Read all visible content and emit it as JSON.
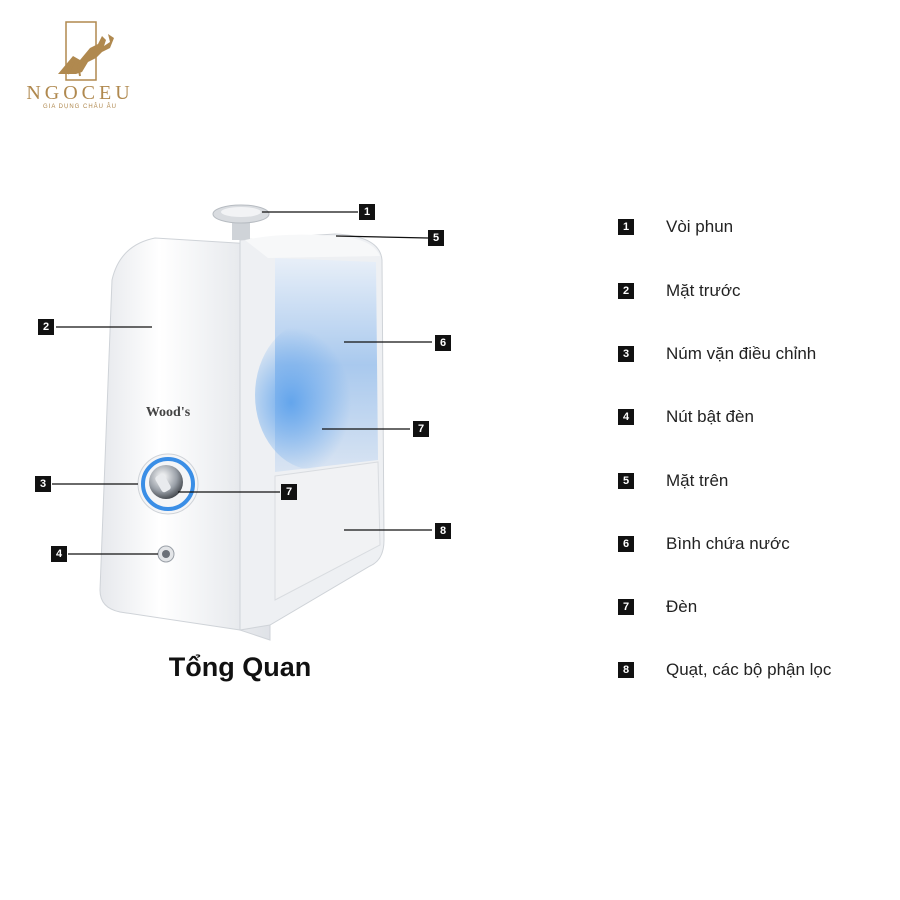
{
  "logo": {
    "name": "NGOCEU",
    "tagline": "GIA DỤNG CHÂU ÂU",
    "color": "#b0894f"
  },
  "device": {
    "brand_mark": "Wood's"
  },
  "callouts": [
    "1",
    "2",
    "3",
    "4",
    "5",
    "6",
    "7",
    "7",
    "8"
  ],
  "caption": "Tổng Quan",
  "legend": [
    {
      "number": "1",
      "label": "Vòi phun"
    },
    {
      "number": "2",
      "label": "Mặt trước"
    },
    {
      "number": "3",
      "label": "Núm vặn điều chỉnh"
    },
    {
      "number": "4",
      "label": "Nút bật đèn"
    },
    {
      "number": "5",
      "label": "Mặt trên"
    },
    {
      "number": "6",
      "label": "Bình chứa nước"
    },
    {
      "number": "7",
      "label": "Đèn"
    },
    {
      "number": "8",
      "label": "Quạt, các bộ phận lọc"
    }
  ]
}
